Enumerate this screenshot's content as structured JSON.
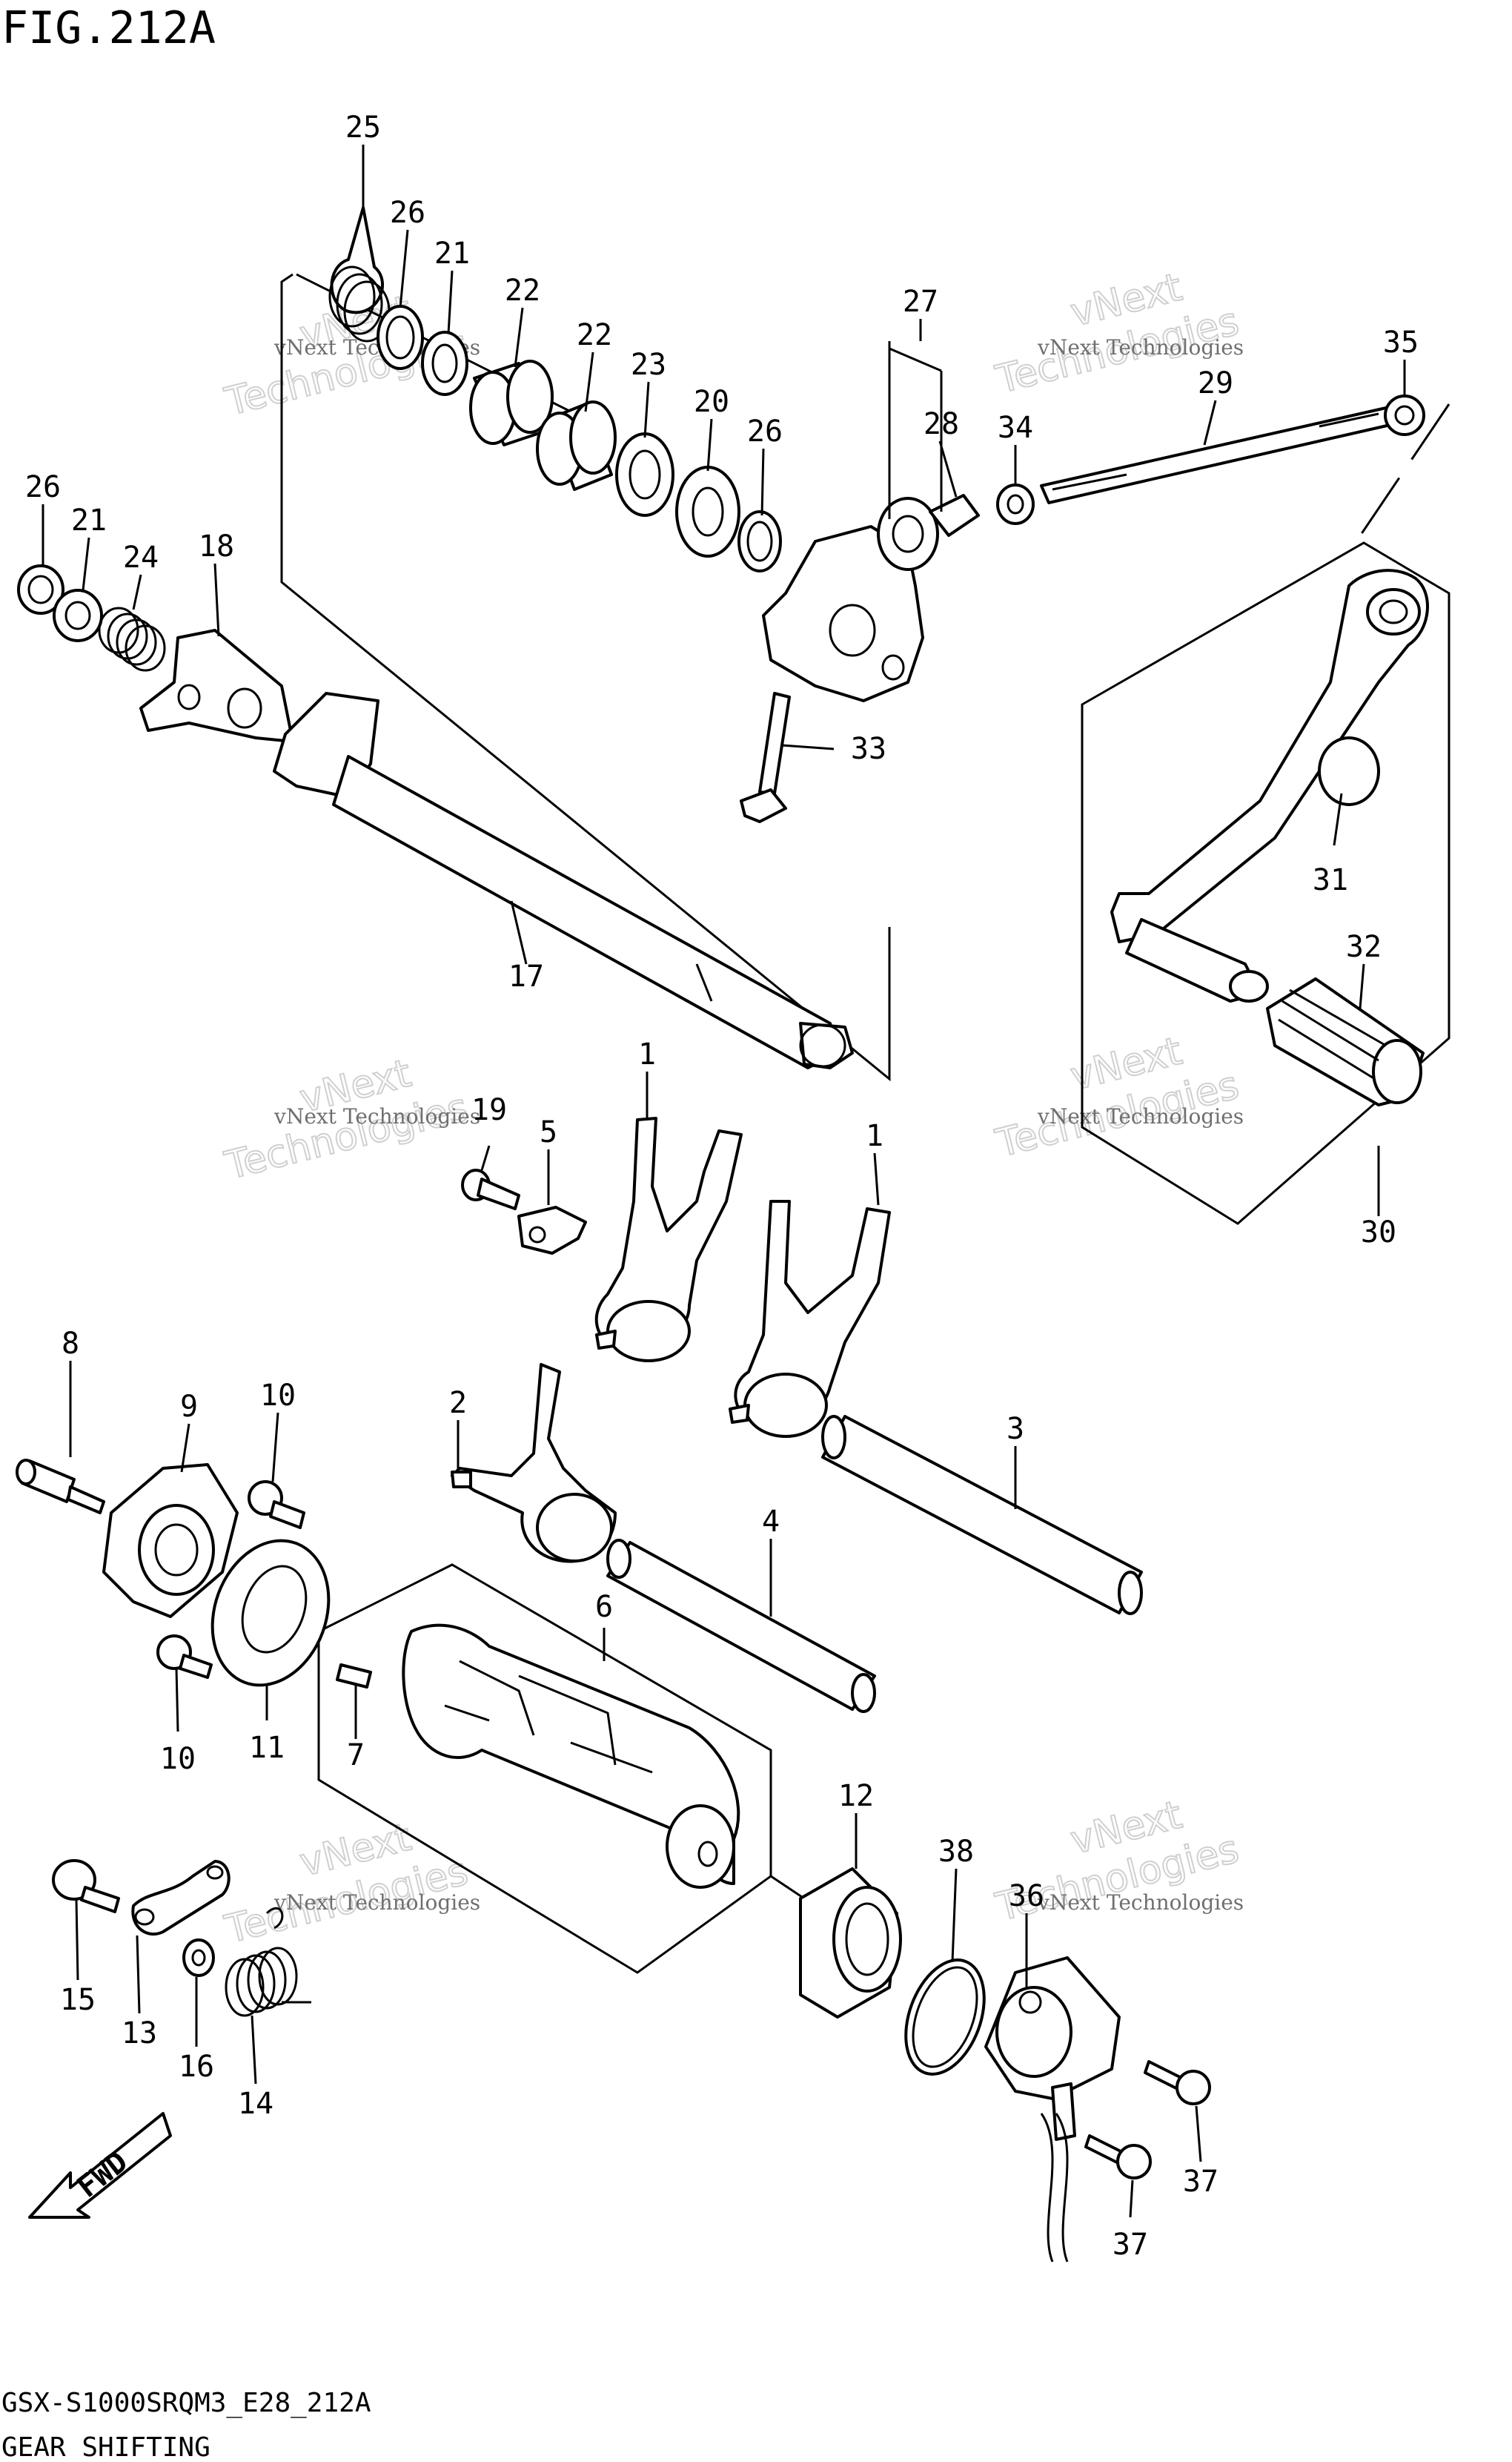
{
  "header": {
    "title": "FIG.212A"
  },
  "footer": {
    "model_code": "GSX-S1000SRQM3_E28_212A",
    "section_name": "GEAR SHIFTING"
  },
  "watermark": {
    "line1": "vNext Technologies",
    "line2": "vNext",
    "line3": "Technologies"
  },
  "fwd_label": "FWD",
  "callouts": [
    {
      "id": "c-25a",
      "text": "25"
    },
    {
      "id": "c-26a",
      "text": "26"
    },
    {
      "id": "c-21a",
      "text": "21"
    },
    {
      "id": "c-22a",
      "text": "22"
    },
    {
      "id": "c-22b",
      "text": "22"
    },
    {
      "id": "c-23",
      "text": "23"
    },
    {
      "id": "c-20",
      "text": "20"
    },
    {
      "id": "c-26b",
      "text": "26"
    },
    {
      "id": "c-27",
      "text": "27"
    },
    {
      "id": "c-28",
      "text": "28"
    },
    {
      "id": "c-34",
      "text": "34"
    },
    {
      "id": "c-29",
      "text": "29"
    },
    {
      "id": "c-35",
      "text": "35"
    },
    {
      "id": "c-26c",
      "text": "26"
    },
    {
      "id": "c-21b",
      "text": "21"
    },
    {
      "id": "c-24",
      "text": "24"
    },
    {
      "id": "c-18",
      "text": "18"
    },
    {
      "id": "c-33",
      "text": "33"
    },
    {
      "id": "c-31",
      "text": "31"
    },
    {
      "id": "c-32",
      "text": "32"
    },
    {
      "id": "c-17",
      "text": "17"
    },
    {
      "id": "c-1a",
      "text": "1"
    },
    {
      "id": "c-1b",
      "text": "1"
    },
    {
      "id": "c-19",
      "text": "19"
    },
    {
      "id": "c-5",
      "text": "5"
    },
    {
      "id": "c-30",
      "text": "30"
    },
    {
      "id": "c-8",
      "text": "8"
    },
    {
      "id": "c-9",
      "text": "9"
    },
    {
      "id": "c-10a",
      "text": "10"
    },
    {
      "id": "c-2",
      "text": "2"
    },
    {
      "id": "c-3",
      "text": "3"
    },
    {
      "id": "c-4",
      "text": "4"
    },
    {
      "id": "c-6",
      "text": "6"
    },
    {
      "id": "c-10b",
      "text": "10"
    },
    {
      "id": "c-11",
      "text": "11"
    },
    {
      "id": "c-7",
      "text": "7"
    },
    {
      "id": "c-12",
      "text": "12"
    },
    {
      "id": "c-38",
      "text": "38"
    },
    {
      "id": "c-36",
      "text": "36"
    },
    {
      "id": "c-15",
      "text": "15"
    },
    {
      "id": "c-13",
      "text": "13"
    },
    {
      "id": "c-16",
      "text": "16"
    },
    {
      "id": "c-14",
      "text": "14"
    },
    {
      "id": "c-37a",
      "text": "37"
    },
    {
      "id": "c-37b",
      "text": "37"
    }
  ]
}
